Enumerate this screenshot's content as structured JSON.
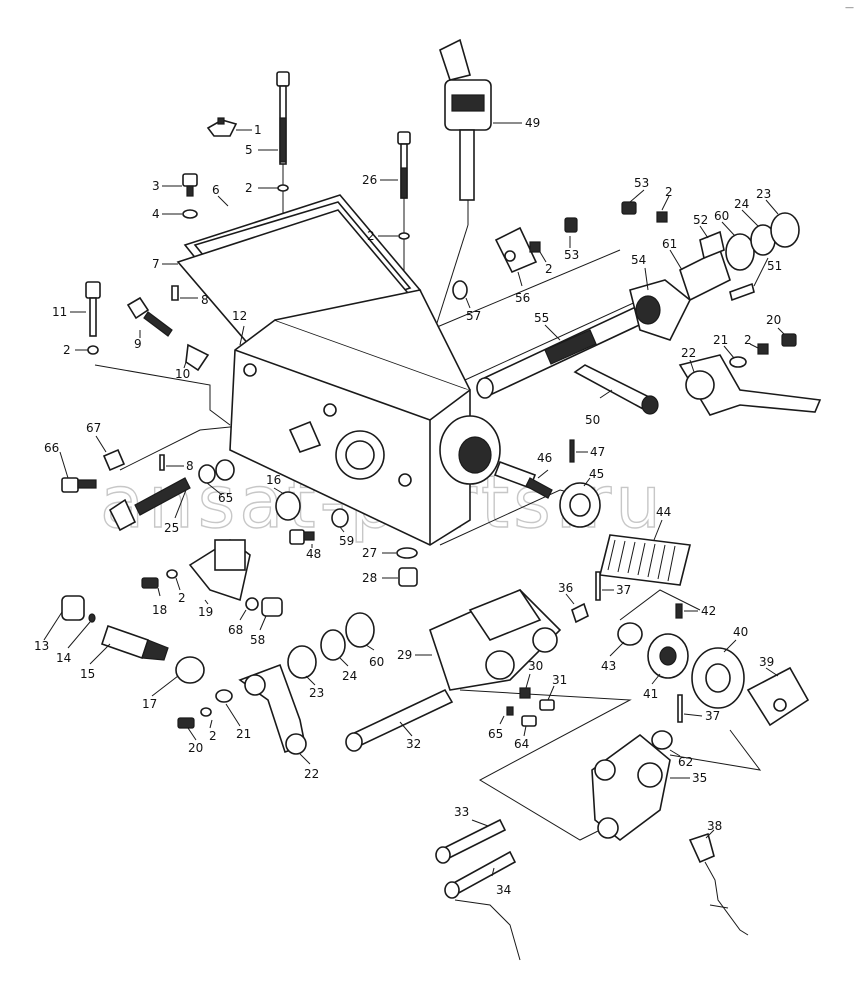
{
  "diagram": {
    "watermark": "ansat-parts.ru",
    "corner_mark": "—",
    "callouts": [
      {
        "id": "c1",
        "text": "1"
      },
      {
        "id": "c5",
        "text": "5"
      },
      {
        "id": "c2a",
        "text": "2"
      },
      {
        "id": "c3",
        "text": "3"
      },
      {
        "id": "c4",
        "text": "4"
      },
      {
        "id": "c6",
        "text": "6"
      },
      {
        "id": "c7",
        "text": "7"
      },
      {
        "id": "c8a",
        "text": "8"
      },
      {
        "id": "c11",
        "text": "11"
      },
      {
        "id": "c9",
        "text": "9"
      },
      {
        "id": "c2b",
        "text": "2"
      },
      {
        "id": "c10",
        "text": "10"
      },
      {
        "id": "c12",
        "text": "12"
      },
      {
        "id": "c26",
        "text": "26"
      },
      {
        "id": "c2c",
        "text": "2"
      },
      {
        "id": "c49",
        "text": "49"
      },
      {
        "id": "c53a",
        "text": "53"
      },
      {
        "id": "c2d",
        "text": "2"
      },
      {
        "id": "c53b",
        "text": "53"
      },
      {
        "id": "c2e",
        "text": "2"
      },
      {
        "id": "c56",
        "text": "56"
      },
      {
        "id": "c57",
        "text": "57"
      },
      {
        "id": "c54",
        "text": "54"
      },
      {
        "id": "c52",
        "text": "52"
      },
      {
        "id": "c60a",
        "text": "60"
      },
      {
        "id": "c24a",
        "text": "24"
      },
      {
        "id": "c23a",
        "text": "23"
      },
      {
        "id": "c61",
        "text": "61"
      },
      {
        "id": "c51",
        "text": "51"
      },
      {
        "id": "c55",
        "text": "55"
      },
      {
        "id": "c20a",
        "text": "20"
      },
      {
        "id": "c21a",
        "text": "21"
      },
      {
        "id": "c2f",
        "text": "2"
      },
      {
        "id": "c22a",
        "text": "22"
      },
      {
        "id": "c50",
        "text": "50"
      },
      {
        "id": "c66",
        "text": "66"
      },
      {
        "id": "c67",
        "text": "67"
      },
      {
        "id": "c8b",
        "text": "8"
      },
      {
        "id": "c65a",
        "text": "65"
      },
      {
        "id": "c16",
        "text": "16"
      },
      {
        "id": "c25",
        "text": "25"
      },
      {
        "id": "c47",
        "text": "47"
      },
      {
        "id": "c46",
        "text": "46"
      },
      {
        "id": "c45",
        "text": "45"
      },
      {
        "id": "c44",
        "text": "44"
      },
      {
        "id": "c48",
        "text": "48"
      },
      {
        "id": "c59",
        "text": "59"
      },
      {
        "id": "c27",
        "text": "27"
      },
      {
        "id": "c28",
        "text": "28"
      },
      {
        "id": "c18",
        "text": "18"
      },
      {
        "id": "c2g",
        "text": "2"
      },
      {
        "id": "c19",
        "text": "19"
      },
      {
        "id": "c68",
        "text": "68"
      },
      {
        "id": "c58",
        "text": "58"
      },
      {
        "id": "c36",
        "text": "36"
      },
      {
        "id": "c37a",
        "text": "37"
      },
      {
        "id": "c42",
        "text": "42"
      },
      {
        "id": "c13",
        "text": "13"
      },
      {
        "id": "c14",
        "text": "14"
      },
      {
        "id": "c15",
        "text": "15"
      },
      {
        "id": "c17",
        "text": "17"
      },
      {
        "id": "c23b",
        "text": "23"
      },
      {
        "id": "c24b",
        "text": "24"
      },
      {
        "id": "c60b",
        "text": "60"
      },
      {
        "id": "c29",
        "text": "29"
      },
      {
        "id": "c30",
        "text": "30"
      },
      {
        "id": "c31",
        "text": "31"
      },
      {
        "id": "c43",
        "text": "43"
      },
      {
        "id": "c40",
        "text": "40"
      },
      {
        "id": "c41",
        "text": "41"
      },
      {
        "id": "c39",
        "text": "39"
      },
      {
        "id": "c37b",
        "text": "37"
      },
      {
        "id": "c2h",
        "text": "2"
      },
      {
        "id": "c20b",
        "text": "20"
      },
      {
        "id": "c21b",
        "text": "21"
      },
      {
        "id": "c22b",
        "text": "22"
      },
      {
        "id": "c32",
        "text": "32"
      },
      {
        "id": "c65b",
        "text": "65"
      },
      {
        "id": "c64",
        "text": "64"
      },
      {
        "id": "c62",
        "text": "62"
      },
      {
        "id": "c35",
        "text": "35"
      },
      {
        "id": "c33",
        "text": "33"
      },
      {
        "id": "c34",
        "text": "34"
      },
      {
        "id": "c38",
        "text": "38"
      }
    ]
  }
}
